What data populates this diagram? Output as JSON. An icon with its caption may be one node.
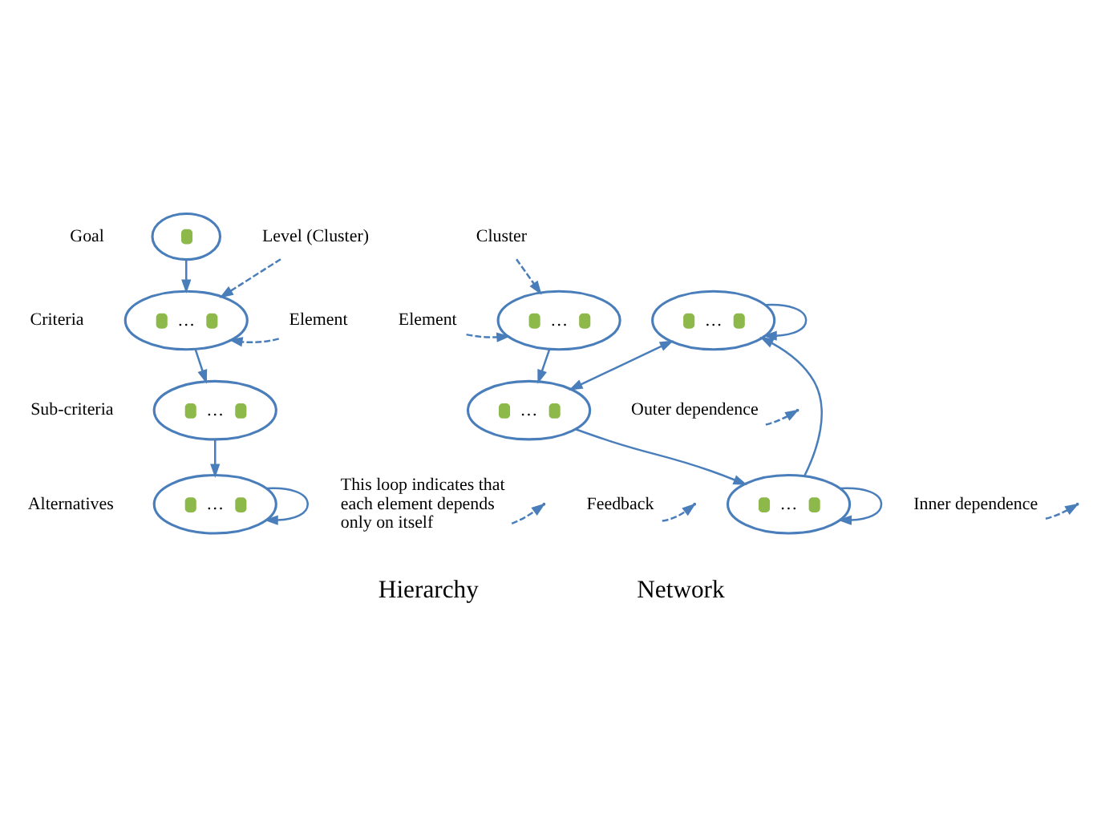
{
  "diagram": {
    "nodes": [
      {
        "text": [],
        "shape": "ellipse",
        "beside": [
          "Goal"
        ]
      },
      {
        "text": [
          "…"
        ],
        "beside": [
          "Criteria"
        ]
      },
      {
        "text": [
          "…"
        ],
        "beside": [
          "Sub-criteria"
        ]
      },
      {
        "text": [
          "…"
        ],
        "beside": [
          "Alternatives"
        ]
      },
      {
        "text": [
          "Level (Cluster)"
        ]
      },
      {
        "text": [
          "Element"
        ]
      },
      {
        "text": [
          "This loop indicates that each element depends only on itself"
        ]
      },
      {
        "text": [
          "…"
        ]
      },
      {
        "text": [
          "…"
        ]
      },
      {
        "text": [
          "…"
        ]
      },
      {
        "text": [
          "…"
        ]
      },
      {
        "text": [
          "Cluster"
        ]
      },
      {
        "text": [
          "Element"
        ]
      },
      {
        "text": [
          "Outer dependence"
        ]
      },
      {
        "text": [
          "Feedback"
        ]
      },
      {
        "text": [
          "Inner dependence"
        ]
      }
    ],
    "edges": [
      {
        "from": 0,
        "to": 1,
        "arrow": "to"
      },
      {
        "from": 1,
        "to": 2,
        "arrow": "to"
      },
      {
        "from": 2,
        "to": 3,
        "arrow": "to"
      },
      {
        "from": 3,
        "to": 3,
        "arrow": "to"
      },
      {
        "from": 7,
        "to": 9,
        "arrow": "to"
      },
      {
        "from": 9,
        "to": 8,
        "arrow": "both"
      },
      {
        "from": 9,
        "to": 10,
        "arrow": "to"
      },
      {
        "from": 10,
        "to": 8,
        "arrow": "to"
      },
      {
        "from": 8,
        "to": 8,
        "arrow": "to"
      },
      {
        "from": 10,
        "to": 10,
        "arrow": "to"
      },
      {
        "from": 4,
        "to": 1,
        "arrow": "to",
        "style": "dashed"
      },
      {
        "from": 5,
        "to": 1,
        "arrow": "to",
        "style": "dashed"
      },
      {
        "from": 6,
        "to": null,
        "arrow": "to",
        "style": "dashed"
      },
      {
        "from": 11,
        "to": 7,
        "arrow": "to",
        "style": "dashed"
      },
      {
        "from": 12,
        "to": 7,
        "arrow": "to",
        "style": "dashed"
      },
      {
        "from": 13,
        "to": null,
        "arrow": "to",
        "style": "dashed"
      },
      {
        "from": 14,
        "to": null,
        "arrow": "to",
        "style": "dashed"
      },
      {
        "from": 15,
        "to": null,
        "arrow": "to",
        "style": "dashed"
      }
    ],
    "labels": [
      "Hierarchy",
      "Network"
    ]
  }
}
